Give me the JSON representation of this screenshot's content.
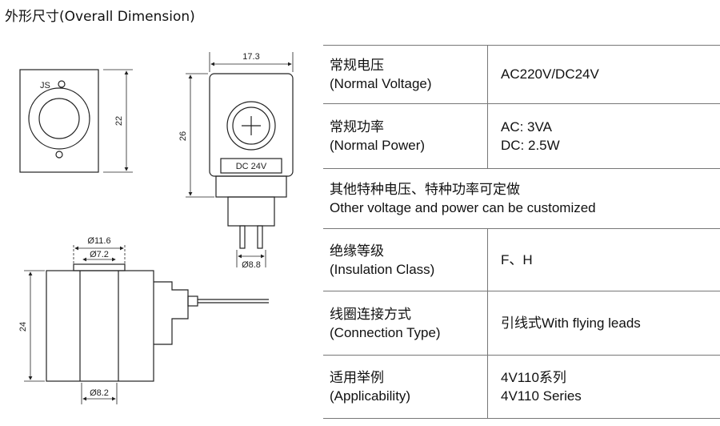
{
  "title": "外形尺寸(Overall Dimension)",
  "drawing": {
    "js_label": "JS",
    "dim_top_width": "17.3",
    "dim_front_height": "22",
    "dim_side_height": "26",
    "coil_label": "DC  24V",
    "dim_pins": "Ø8.8",
    "dim_outer_diameter": "Ø11.6",
    "dim_inner_diameter": "Ø7.2",
    "dim_body_height": "24",
    "dim_bottom_diameter": "Ø8.2"
  },
  "specs": [
    {
      "label_cn": "常规电压",
      "label_en": "(Normal Voltage)",
      "values": [
        "AC220V/DC24V"
      ]
    },
    {
      "label_cn": "常规功率",
      "label_en": "(Normal Power)",
      "values": [
        "AC: 3VA",
        "DC: 2.5W"
      ]
    },
    {
      "note_cn": "其他特种电压、特种功率可定做",
      "note_en": "Other voltage and power can be customized"
    },
    {
      "label_cn": "绝缘等级",
      "label_en": "(Insulation Class)",
      "values": [
        "F、H"
      ]
    },
    {
      "label_cn": "线圈连接方式",
      "label_en": "(Connection Type)",
      "values": [
        "引线式With flying leads"
      ]
    },
    {
      "label_cn": "适用举例",
      "label_en": "(Applicability)",
      "values": [
        "4V110系列",
        "4V110 Series"
      ]
    }
  ]
}
